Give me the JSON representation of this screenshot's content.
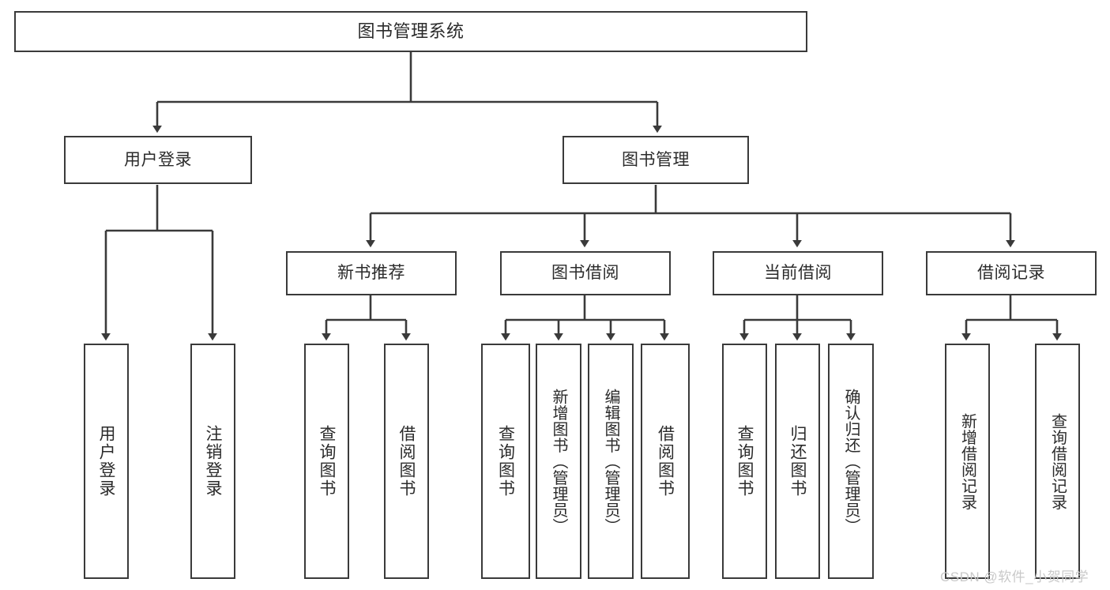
{
  "diagram": {
    "title": "图书管理系统",
    "type": "hierarchy-tree",
    "root": {
      "label": "图书管理系统"
    },
    "level2": [
      {
        "label": "用户登录"
      },
      {
        "label": "图书管理"
      }
    ],
    "level3": [
      {
        "label": "新书推荐"
      },
      {
        "label": "图书借阅"
      },
      {
        "label": "当前借阅"
      },
      {
        "label": "借阅记录"
      }
    ],
    "leaves": {
      "user_login": [
        {
          "label": "用户登录"
        },
        {
          "label": "注销登录"
        }
      ],
      "new_book_recommend": [
        {
          "label": "查询图书"
        },
        {
          "label": "借阅图书"
        }
      ],
      "book_borrow": [
        {
          "label": "查询图书"
        },
        {
          "label": "新增图书（管理员）"
        },
        {
          "label": "编辑图书（管理员）"
        },
        {
          "label": "借阅图书"
        }
      ],
      "current_borrow": [
        {
          "label": "查询图书"
        },
        {
          "label": "归还图书"
        },
        {
          "label": "确认归还（管理员）"
        }
      ],
      "borrow_record": [
        {
          "label": "新增借阅记录"
        },
        {
          "label": "查询借阅记录"
        }
      ]
    }
  },
  "watermark": {
    "text": "CSDN @软件_小贺同学"
  },
  "colors": {
    "stroke": "#3a3a3a",
    "background": "#ffffff",
    "text": "#2b2b2b",
    "watermark": "#c9c9c9"
  }
}
